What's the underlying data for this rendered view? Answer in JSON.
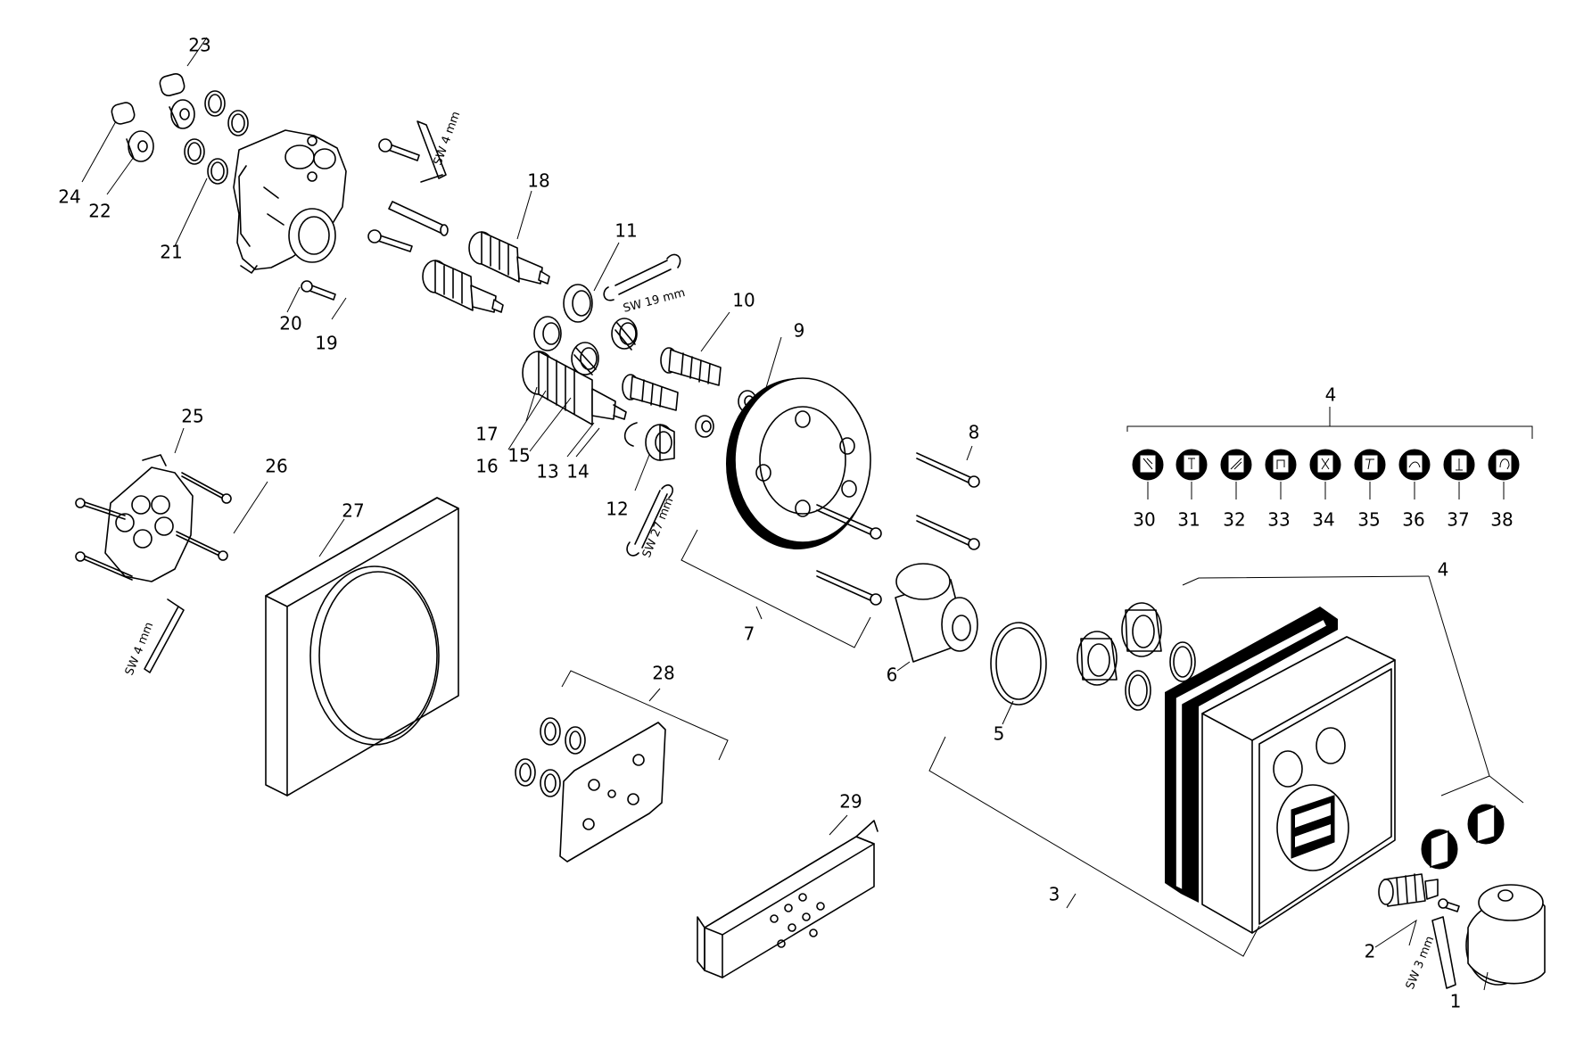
{
  "labels": {
    "n1": "1",
    "n2": "2",
    "n3": "3",
    "n4a": "4",
    "n4b": "4",
    "n5": "5",
    "n6": "6",
    "n7": "7",
    "n8": "8",
    "n9": "9",
    "n10": "10",
    "n11": "11",
    "n12": "12",
    "n13": "13",
    "n14": "14",
    "n15": "15",
    "n16": "16",
    "n17": "17",
    "n18": "18",
    "n19": "19",
    "n20": "20",
    "n21": "21",
    "n22": "22",
    "n23": "23",
    "n24": "24",
    "n25": "25",
    "n26": "26",
    "n27": "27",
    "n28": "28",
    "n29": "29",
    "n30": "30",
    "n31": "31",
    "n32": "32",
    "n33": "33",
    "n34": "34",
    "n35": "35",
    "n36": "36",
    "n37": "37",
    "n38": "38"
  },
  "tools": {
    "hex_key_top": "SW 4 mm",
    "wrench_19": "SW 19 mm",
    "wrench_27": "SW 27 mm",
    "hex_key_left": "SW 4 mm",
    "hex_key_bottom": "SW 3 mm"
  },
  "colors": {
    "line": "#000000",
    "background": "#ffffff"
  }
}
